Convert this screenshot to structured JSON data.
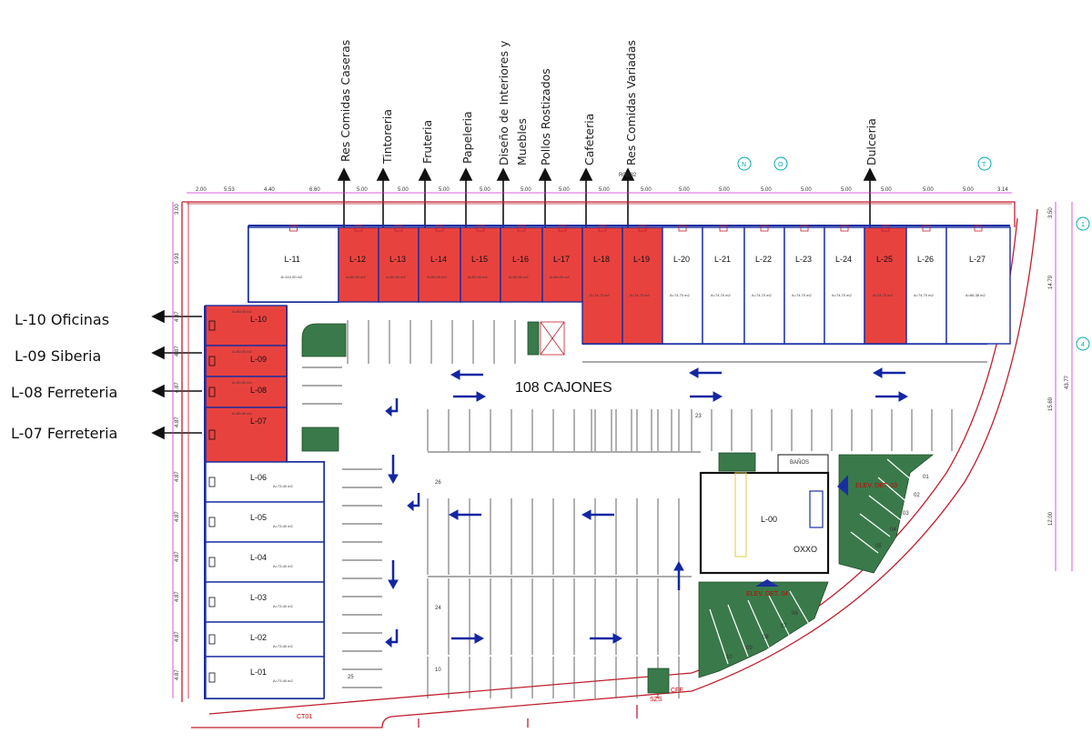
{
  "tenants_top": [
    {
      "label": "Res Comidas Caseras"
    },
    {
      "label": "Tintoreria"
    },
    {
      "label": "Fruteria"
    },
    {
      "label": "Papeleria"
    },
    {
      "label": "Diseño de Interiores y"
    },
    {
      "label": "Muebles"
    },
    {
      "label": "Pollos Rostizados"
    },
    {
      "label": "Cafeteria"
    },
    {
      "label": "Res Comidas Variadas"
    },
    {
      "label": "Dulceria"
    }
  ],
  "tenants_left": [
    {
      "label": "L-10 Oficinas"
    },
    {
      "label": "L-09 Siberia"
    },
    {
      "label": "L-08 Ferreteria"
    },
    {
      "label": "L-07 Ferreteria"
    }
  ],
  "parking_label": "108 CAJONES",
  "oxxo": {
    "unit": "L-00",
    "name": "OXXO"
  },
  "cfe_label": "CFE",
  "top_units": [
    {
      "id": "L-11",
      "area": "A=110.00 m2"
    },
    {
      "id": "L-12",
      "area": "A=50.00 m2"
    },
    {
      "id": "L-13",
      "area": "A=50.00 m2"
    },
    {
      "id": "L-14",
      "area": "A=50.00 m2"
    },
    {
      "id": "L-15",
      "area": "A=50.00 m2"
    },
    {
      "id": "L-16",
      "area": "A=50.00 m2"
    },
    {
      "id": "L-17",
      "area": "A=50.00 m2"
    },
    {
      "id": "L-18",
      "area": "A=74.70 m2"
    },
    {
      "id": "L-19",
      "area": "A=74.70 m2"
    },
    {
      "id": "L-20",
      "area": "A=74.70 m2"
    },
    {
      "id": "L-21",
      "area": "A=74.70 m2"
    },
    {
      "id": "L-22",
      "area": "A=74.70 m2"
    },
    {
      "id": "L-23",
      "area": "A=74.70 m2"
    },
    {
      "id": "L-24",
      "area": "A=74.70 m2"
    },
    {
      "id": "L-25",
      "area": "A=74.70 m2"
    },
    {
      "id": "L-26",
      "area": "A=74.70 m2"
    },
    {
      "id": "L-27",
      "area": "A=86.38 m2"
    }
  ],
  "left_units": [
    {
      "id": "L-10",
      "area": "A=50.00 m2"
    },
    {
      "id": "L-09",
      "area": "A=50.00 m2"
    },
    {
      "id": "L-08",
      "area": "A=50.00 m2"
    },
    {
      "id": "L-07",
      "area": "A=50.00 m2"
    },
    {
      "id": "L-06",
      "area": "A=73.40 m2"
    },
    {
      "id": "L-05",
      "area": "A=73.40 m2"
    },
    {
      "id": "L-04",
      "area": "A=73.40 m2"
    },
    {
      "id": "L-03",
      "area": "A=73.40 m2"
    },
    {
      "id": "L-02",
      "area": "A=73.40 m2"
    },
    {
      "id": "L-01",
      "area": "A=73.40 m2"
    }
  ],
  "dimensions_top": [
    "2.00",
    "5.53",
    "4.40",
    "6.60",
    "5.00",
    "5.00",
    "5.00",
    "5.00",
    "5.00",
    "5.00",
    "5.00",
    "5.00",
    "5.00",
    "5.00",
    "5.00",
    "5.00",
    "5.00",
    "5.00",
    "5.00",
    "5.00",
    "3.14"
  ],
  "dimensions_right": [
    "3.50",
    "14.79",
    "43.77",
    "15.69",
    "12.00"
  ],
  "dimensions_left": [
    "3.00",
    "9.93",
    "4.87",
    "4.87",
    "4.87",
    "4.87",
    "4.87",
    "4.87",
    "4.87",
    "4.87",
    "4.87",
    "4.87"
  ],
  "grid_bubbles": [
    "N",
    "O",
    "T",
    "1",
    "4"
  ],
  "spot_numbers": [
    "23",
    "26",
    "24",
    "10",
    "25",
    "01",
    "02",
    "03",
    "04",
    "05",
    "06",
    "07",
    "08",
    "09",
    "10"
  ],
  "misc_labels": {
    "elev1": "ELEV. DET. 03",
    "elev2": "ELEV. DET. 04",
    "ct": "CT01",
    "top_small": "R02.32",
    "banio": "BAÑOS",
    "szs": "SZS"
  },
  "colors": {
    "highlight": "#e8423f",
    "wall": "#1a2ea0",
    "axis": "#c01e2e",
    "green": "#3a7a4a",
    "arrow": "#1326a3"
  }
}
